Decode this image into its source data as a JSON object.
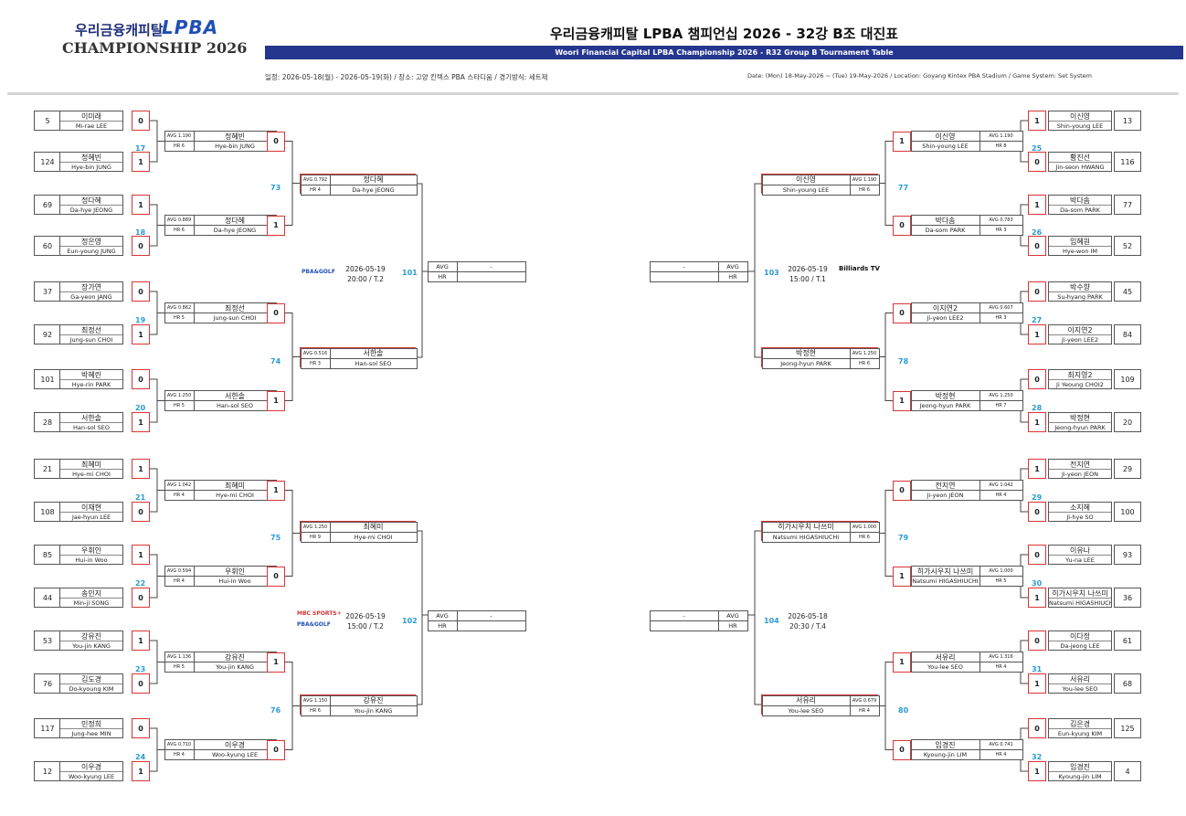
{
  "header": {
    "logo_ko": "우리금융캐피탈",
    "logo_lpba": "LPBA",
    "logo_champ": "CHAMPIONSHIP 2026",
    "title": "우리금융캐피탈 LPBA 챔피언십 2026 - 32강 B조 대진표",
    "subtitle": "Woori Financial Capital LPBA Championship 2026 - R32 Group B Tournament Table",
    "info_ko": "일정: 2026-05-18(월) - 2026-05-19(화) / 장소: 고양 킨텍스 PBA 스타디움 / 경기방식: 세트제",
    "info_en": "Date: (Mon) 18-May-2026 ~ (Tue) 19-May-2026 / Location: Goyang Kintex PBA Stadium / Game System: Set System"
  },
  "labels": {
    "avg": "AVG",
    "hr": "HR",
    "dash": "-"
  },
  "broadcasters": {
    "pba_golf": "PBA&GOLF",
    "mbc_sports": "MBC SPORTS+",
    "billiards_tv": "Billiards TV"
  },
  "r32_left": [
    {
      "seed": "5",
      "k": "이미래",
      "e": "Mi-rae LEE",
      "s": "0"
    },
    {
      "seed": "124",
      "k": "정혜빈",
      "e": "Hye-bin JUNG",
      "s": "1"
    },
    {
      "seed": "69",
      "k": "정다혜",
      "e": "Da-hye JEONG",
      "s": "1"
    },
    {
      "seed": "60",
      "k": "정은영",
      "e": "Eun-young JUNG",
      "s": "0"
    },
    {
      "seed": "37",
      "k": "장가연",
      "e": "Ga-yeon JANG",
      "s": "0"
    },
    {
      "seed": "92",
      "k": "최정선",
      "e": "Jung-sun CHOI",
      "s": "1"
    },
    {
      "seed": "101",
      "k": "박혜린",
      "e": "Hye-rin PARK",
      "s": "0"
    },
    {
      "seed": "28",
      "k": "서한솔",
      "e": "Han-sol SEO",
      "s": "1"
    },
    {
      "seed": "21",
      "k": "최혜미",
      "e": "Hye-mi CHOI",
      "s": "1"
    },
    {
      "seed": "108",
      "k": "이재현",
      "e": "Jae-hyun LEE",
      "s": "0"
    },
    {
      "seed": "85",
      "k": "우휘인",
      "e": "Hui-in Woo",
      "s": "1"
    },
    {
      "seed": "44",
      "k": "송민지",
      "e": "Min-ji SONG",
      "s": "0"
    },
    {
      "seed": "53",
      "k": "강유진",
      "e": "You-jin KANG",
      "s": "1"
    },
    {
      "seed": "76",
      "k": "김도경",
      "e": "Do-kyoung KIM",
      "s": "0"
    },
    {
      "seed": "117",
      "k": "민정희",
      "e": "Jung-hee MIN",
      "s": "0"
    },
    {
      "seed": "12",
      "k": "이우경",
      "e": "Woo-kyung LEE",
      "s": "1"
    }
  ],
  "r32_right": [
    {
      "seed": "13",
      "k": "이신영",
      "e": "Shin-young LEE",
      "s": "1"
    },
    {
      "seed": "116",
      "k": "황진선",
      "e": "Jin-seon HWANG",
      "s": "0"
    },
    {
      "seed": "77",
      "k": "박다솜",
      "e": "Da-som PARK",
      "s": "1"
    },
    {
      "seed": "52",
      "k": "임혜원",
      "e": "Hye-won IM",
      "s": "0"
    },
    {
      "seed": "45",
      "k": "박수향",
      "e": "Su-hyang PARK",
      "s": "0"
    },
    {
      "seed": "84",
      "k": "이지연2",
      "e": "Ji-yeon LEE2",
      "s": "1"
    },
    {
      "seed": "109",
      "k": "최지영2",
      "e": "Ji Yeoung CHOI2",
      "s": "0"
    },
    {
      "seed": "20",
      "k": "박정현",
      "e": "Jeong-hyun PARK",
      "s": "1"
    },
    {
      "seed": "29",
      "k": "전지연",
      "e": "Ji-yeon JEON",
      "s": "1"
    },
    {
      "seed": "100",
      "k": "소지혜",
      "e": "Ji-hye SO",
      "s": "0"
    },
    {
      "seed": "93",
      "k": "이유나",
      "e": "Yu-na LEE",
      "s": "0"
    },
    {
      "seed": "36",
      "k": "히가시우치 나쓰미",
      "e": "Natsumi HIGASHIUCHI",
      "s": "1"
    },
    {
      "seed": "61",
      "k": "이다정",
      "e": "Da-jeong LEE",
      "s": "0"
    },
    {
      "seed": "68",
      "k": "서유리",
      "e": "You-lee SEO",
      "s": "1"
    },
    {
      "seed": "125",
      "k": "김은경",
      "e": "Eun-kyung KIM",
      "s": "0"
    },
    {
      "seed": "4",
      "k": "임경진",
      "e": "Kyoung-jin LIM",
      "s": "1"
    }
  ],
  "match_nums_left": [
    "17",
    "18",
    "19",
    "20",
    "21",
    "22",
    "23",
    "24"
  ],
  "match_nums_right": [
    "25",
    "26",
    "27",
    "28",
    "29",
    "30",
    "31",
    "32"
  ],
  "r16_left": [
    {
      "avg": "AVG 1.190",
      "hr": "HR 6",
      "k": "정혜빈",
      "e": "Hye-bin JUNG",
      "s": "0"
    },
    {
      "avg": "AVG 0.889",
      "hr": "HR 6",
      "k": "정다혜",
      "e": "Da-hye JEONG",
      "s": "1"
    },
    {
      "avg": "AVG 0.862",
      "hr": "HR 5",
      "k": "최정선",
      "e": "Jung-sun CHOI",
      "s": "0"
    },
    {
      "avg": "AVG 1.250",
      "hr": "HR 5",
      "k": "서한솔",
      "e": "Han-sol SEO",
      "s": "1"
    },
    {
      "avg": "AVG 1.042",
      "hr": "HR 4",
      "k": "최혜미",
      "e": "Hye-mi CHOI",
      "s": "1"
    },
    {
      "avg": "AVG 0.594",
      "hr": "HR 4",
      "k": "우휘인",
      "e": "Hui-in Woo",
      "s": "0"
    },
    {
      "avg": "AVG 1.136",
      "hr": "HR 5",
      "k": "강유진",
      "e": "You-jin KANG",
      "s": "1"
    },
    {
      "avg": "AVG 0.710",
      "hr": "HR 4",
      "k": "이우경",
      "e": "Woo-kyung LEE",
      "s": "0"
    }
  ],
  "r16_right": [
    {
      "avg": "AVG 1.190",
      "hr": "HR 8",
      "k": "이신영",
      "e": "Shin-young LEE",
      "s": "1"
    },
    {
      "avg": "AVG 0.783",
      "hr": "HR 3",
      "k": "박다솜",
      "e": "Da-som PARK",
      "s": "0"
    },
    {
      "avg": "AVG 0.607",
      "hr": "HR 3",
      "k": "이지연2",
      "e": "Ji-yeon LEE2",
      "s": "0"
    },
    {
      "avg": "AVG 1.250",
      "hr": "HR 7",
      "k": "박정현",
      "e": "Jeong-hyun PARK",
      "s": "1"
    },
    {
      "avg": "AVG 1.042",
      "hr": "HR 4",
      "k": "전지연",
      "e": "Ji-yeon JEON",
      "s": "0"
    },
    {
      "avg": "AVG 1.000",
      "hr": "HR 5",
      "k": "히가시우치 나쓰미",
      "e": "Natsumi HIGASHIUCHI",
      "s": "1"
    },
    {
      "avg": "AVG 1.316",
      "hr": "HR 4",
      "k": "서유리",
      "e": "You-lee SEO",
      "s": "1"
    },
    {
      "avg": "AVG 0.741",
      "hr": "HR 4",
      "k": "임경진",
      "e": "Kyoung-jin LIM",
      "s": "0"
    }
  ],
  "r16_nums_left": [
    "73",
    "74",
    "75",
    "76"
  ],
  "r16_nums_right": [
    "77",
    "78",
    "79",
    "80"
  ],
  "r8_left": [
    {
      "avg": "AVG 0.792",
      "hr": "HR 4",
      "k": "정다혜",
      "e": "Da-hye JEONG"
    },
    {
      "avg": "AVG 0.516",
      "hr": "HR 3",
      "k": "서한솔",
      "e": "Han-sol SEO"
    },
    {
      "avg": "AVG 1.250",
      "hr": "HR 9",
      "k": "최혜미",
      "e": "Hye-mi CHOI"
    },
    {
      "avg": "AVG 1.150",
      "hr": "HR 6",
      "k": "강유진",
      "e": "You-jin KANG"
    }
  ],
  "r8_right": [
    {
      "avg": "AVG 1.190",
      "hr": "HR 6",
      "k": "이신영",
      "e": "Shin-young LEE"
    },
    {
      "avg": "AVG 1.250",
      "hr": "HR 6",
      "k": "박정현",
      "e": "Jeong-hyun PARK"
    },
    {
      "avg": "AVG 1.000",
      "hr": "HR 6",
      "k": "히가시우치 나쓰미",
      "e": "Natsumi HIGASHIUCHI"
    },
    {
      "avg": "AVG 0.679",
      "hr": "HR 4",
      "k": "서유리",
      "e": "You-lee SEO"
    }
  ],
  "qf": [
    {
      "num": "101",
      "date": "2026-05-19",
      "time": "20:00 / T.2"
    },
    {
      "num": "102",
      "date": "2026-05-19",
      "time": "15:00 / T.2"
    },
    {
      "num": "103",
      "date": "2026-05-19",
      "time": "15:00 / T.1"
    },
    {
      "num": "104",
      "date": "2026-05-18",
      "time": "20:30 / T.4"
    }
  ]
}
